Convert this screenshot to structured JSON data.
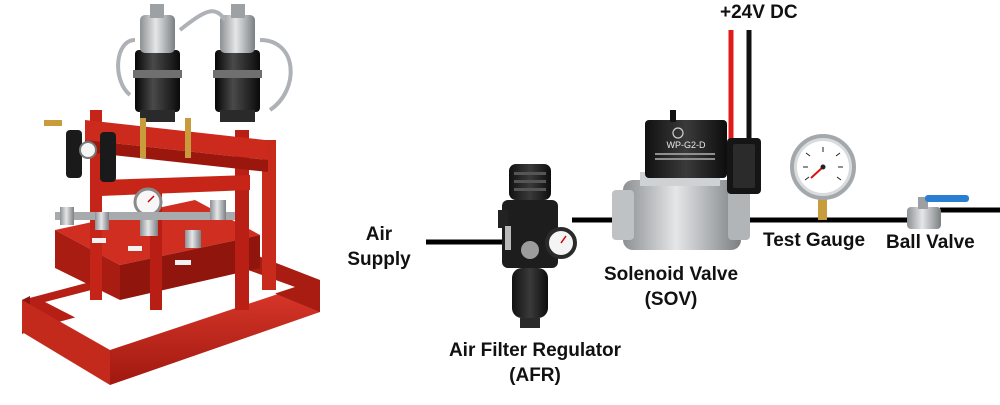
{
  "labels": {
    "power": "+24V DC",
    "air_supply_line1": "Air",
    "air_supply_line2": "Supply",
    "afr_line1": "Air Filter Regulator",
    "afr_line2": "(AFR)",
    "sov_line1": "Solenoid Valve",
    "sov_line2": "(SOV)",
    "test_gauge": "Test Gauge",
    "ball_valve": "Ball Valve"
  },
  "device_text": {
    "solenoid_model": "WP-G2-D"
  },
  "colors": {
    "frame": "#c8221e",
    "cylinder": "#1b1b1b",
    "brass": "#c89b3c",
    "steel": "#b7b9bb",
    "wire_positive": "#e01b1b",
    "wire_negative": "#111111",
    "ball_valve_handle": "#2b7fd1"
  }
}
